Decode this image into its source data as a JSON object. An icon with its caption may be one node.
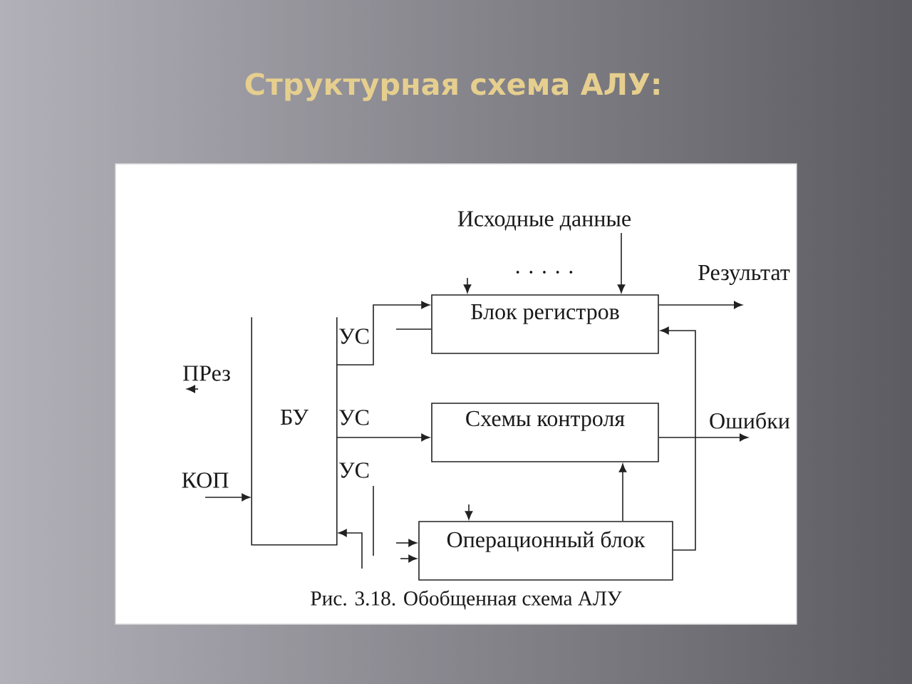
{
  "diagram": {
    "title": "Структурная схема АЛУ:",
    "caption": "Рис. 3.18. Обобщенная схема АЛУ",
    "nodes": [
      {
        "text": [
          "БУ"
        ]
      },
      {
        "text": [
          "Блок регистров"
        ]
      },
      {
        "text": [
          "Схемы контроля"
        ]
      },
      {
        "text": [
          "Операционный блок"
        ]
      },
      {
        "text": [
          "Исходные данные"
        ]
      },
      {
        "text": [
          "Результат"
        ]
      },
      {
        "text": [
          "Ошибки"
        ]
      },
      {
        "text": [
          "КОП"
        ]
      },
      {
        "text": [
          "ПРез"
        ]
      }
    ],
    "edges": [
      {
        "from": 0,
        "to": 1,
        "arrow": "to",
        "label": "УС"
      },
      {
        "from": null,
        "to": 1,
        "arrow": "none"
      },
      {
        "from": 0,
        "to": 2,
        "arrow": "to",
        "label": "УС"
      },
      {
        "from": null,
        "to": 0,
        "arrow": "to"
      },
      {
        "from": 7,
        "to": 0,
        "arrow": "to"
      },
      {
        "from": 8,
        "to": null,
        "arrow": "to"
      },
      {
        "from": 4,
        "to": 1,
        "arrow": "to"
      },
      {
        "from": null,
        "to": 1,
        "arrow": "to"
      },
      {
        "from": 1,
        "to": 5,
        "arrow": "to"
      },
      {
        "from": 2,
        "to": 6,
        "arrow": "to"
      },
      {
        "from": 3,
        "to": 2,
        "arrow": "to"
      },
      {
        "from": 3,
        "to": 1,
        "arrow": "to"
      },
      {
        "from": null,
        "to": 3,
        "arrow": "to"
      },
      {
        "from": null,
        "to": 3,
        "arrow": "to"
      },
      {
        "from": null,
        "to": 3,
        "arrow": "to"
      }
    ],
    "labels": [
      ". . . . .",
      "УС"
    ]
  }
}
